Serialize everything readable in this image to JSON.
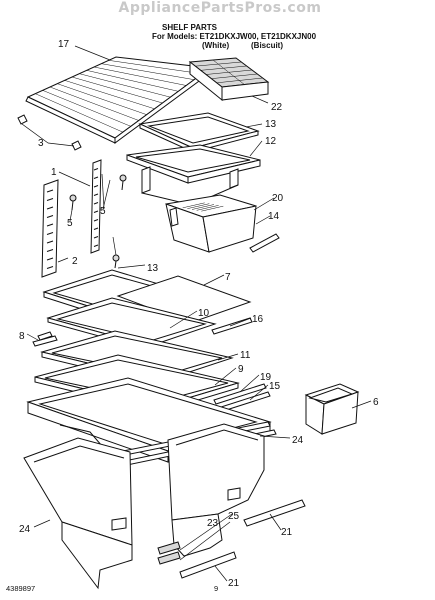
{
  "watermark": "AppliancePartsPros.com",
  "header": {
    "title": "SHELF PARTS",
    "models_line": "For Models: ET21DKXJW00, ET21DKXJN00",
    "variant_white": "(White)",
    "variant_biscuit": "(Biscuit)"
  },
  "footer": {
    "doc_number": "4389897",
    "page_number": "9"
  },
  "callouts": [
    "17",
    "22",
    "13",
    "12",
    "3",
    "1",
    "5",
    "5",
    "2",
    "13",
    "20",
    "14",
    "7",
    "10",
    "16",
    "8",
    "11",
    "9",
    "19",
    "15",
    "6",
    "24",
    "25",
    "23",
    "21",
    "21",
    "24"
  ]
}
